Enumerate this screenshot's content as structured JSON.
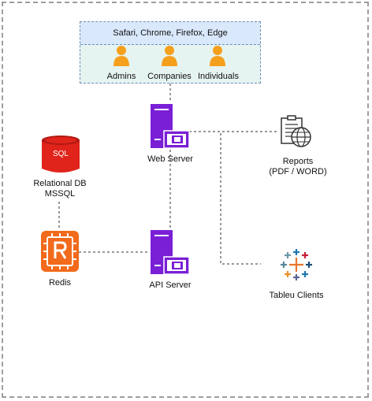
{
  "clients": {
    "browsers": "Safari, Chrome, Firefox, Edge",
    "users": [
      "Admins",
      "Companies",
      "Individuals"
    ]
  },
  "nodes": {
    "web_server": "Web Server",
    "api_server": "API Server",
    "db_icon_text": "SQL",
    "db_line1": "Relational DB",
    "db_line2": "MSSQL",
    "redis": "Redis",
    "reports_line1": "Reports",
    "reports_line2": "(PDF / WORD)",
    "tableau": "Tableu Clients"
  },
  "icons": {
    "user": "user-icon",
    "server": "server-icon",
    "database": "database-icon",
    "redis": "redis-icon",
    "reports": "reports-icon",
    "tableau": "tableau-icon"
  },
  "colors": {
    "server_purple": "#7a1fd6",
    "db_red": "#e0241b",
    "redis_orange": "#f26a1b",
    "user_orange": "#f5a01d",
    "clients_fill": "#e6f4f1",
    "clients_header": "#dae8fc"
  }
}
